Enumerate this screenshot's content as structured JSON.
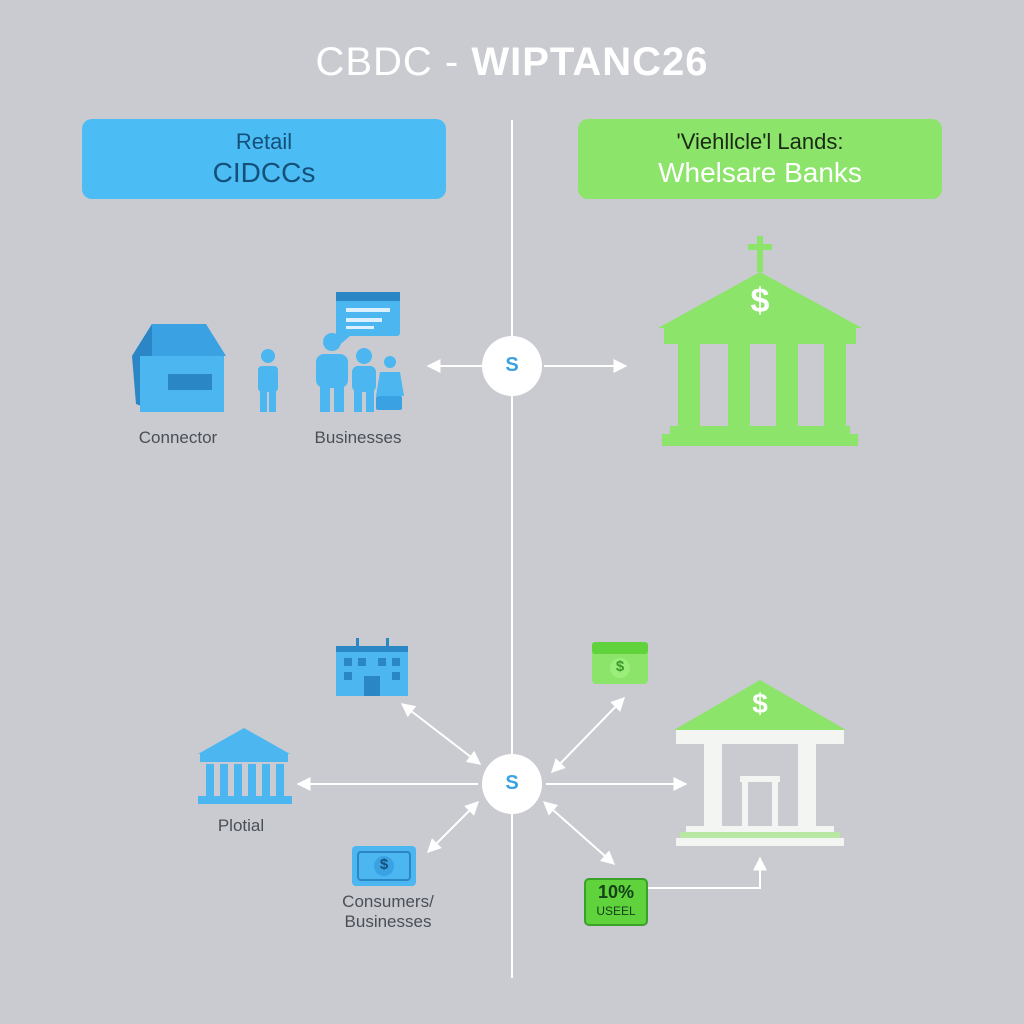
{
  "title": {
    "part1": "CBDC - ",
    "part2": "WIPTANC26"
  },
  "retail_box": {
    "line1": "Retail",
    "line2": "CIDCCs"
  },
  "wholesale_box": {
    "line1": "'Viehllcle'l Lands:",
    "line2": "Whelsare Banks"
  },
  "labels": {
    "connector": "Connector",
    "businesses": "Businesses",
    "plotial": "Plotial",
    "consumers": "Consumers/ Businesses"
  },
  "hubs": {
    "top": "S",
    "bottom": "S"
  },
  "badge": {
    "value": "10%",
    "label": "USEEL"
  },
  "currency_symbol": "$",
  "icons": {
    "house": "house-icon",
    "person": "person-icon",
    "group": "people-group-icon",
    "message": "message-window-icon",
    "bank": "bank-building-icon",
    "office": "office-building-icon",
    "banknote": "banknote-icon"
  },
  "colors": {
    "background": "#c9cbd0",
    "retail_blue": "#4cbcf4",
    "wholesale_green": "#8ce46a",
    "line": "#ffffff"
  }
}
